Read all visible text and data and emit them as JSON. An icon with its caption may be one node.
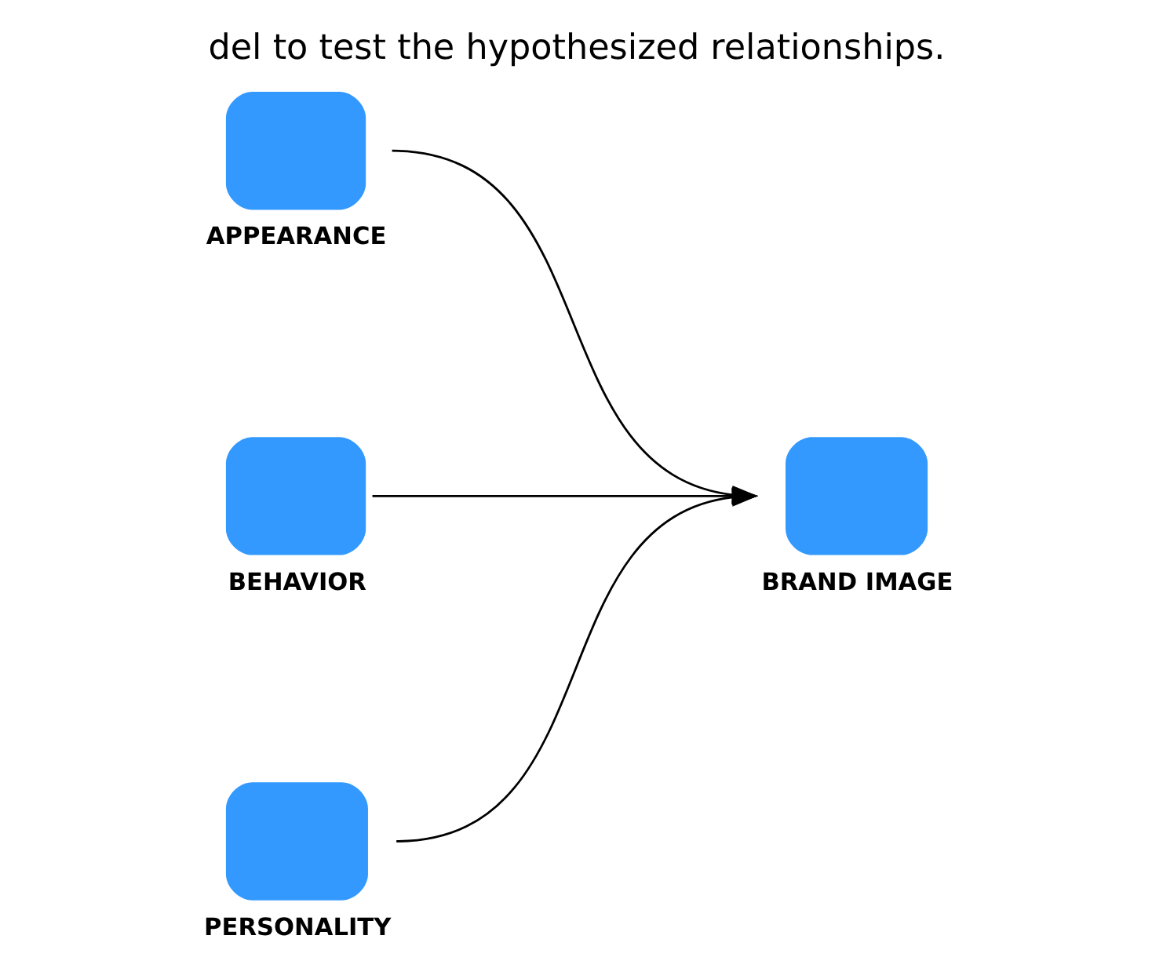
{
  "diagram": {
    "caption": "del to test the hypothesized relationships.",
    "nodes": [
      {
        "text": [
          "APPEARANCE"
        ]
      },
      {
        "text": [
          "BEHAVIOR"
        ]
      },
      {
        "text": [
          "PERSONALITY"
        ]
      },
      {
        "text": [
          "BRAND IMAGE"
        ]
      }
    ],
    "edges": [
      {
        "from": 0,
        "to": 3,
        "arrow": "to"
      },
      {
        "from": 1,
        "to": 3,
        "arrow": "to"
      },
      {
        "from": 2,
        "to": 3,
        "arrow": "to"
      }
    ]
  }
}
